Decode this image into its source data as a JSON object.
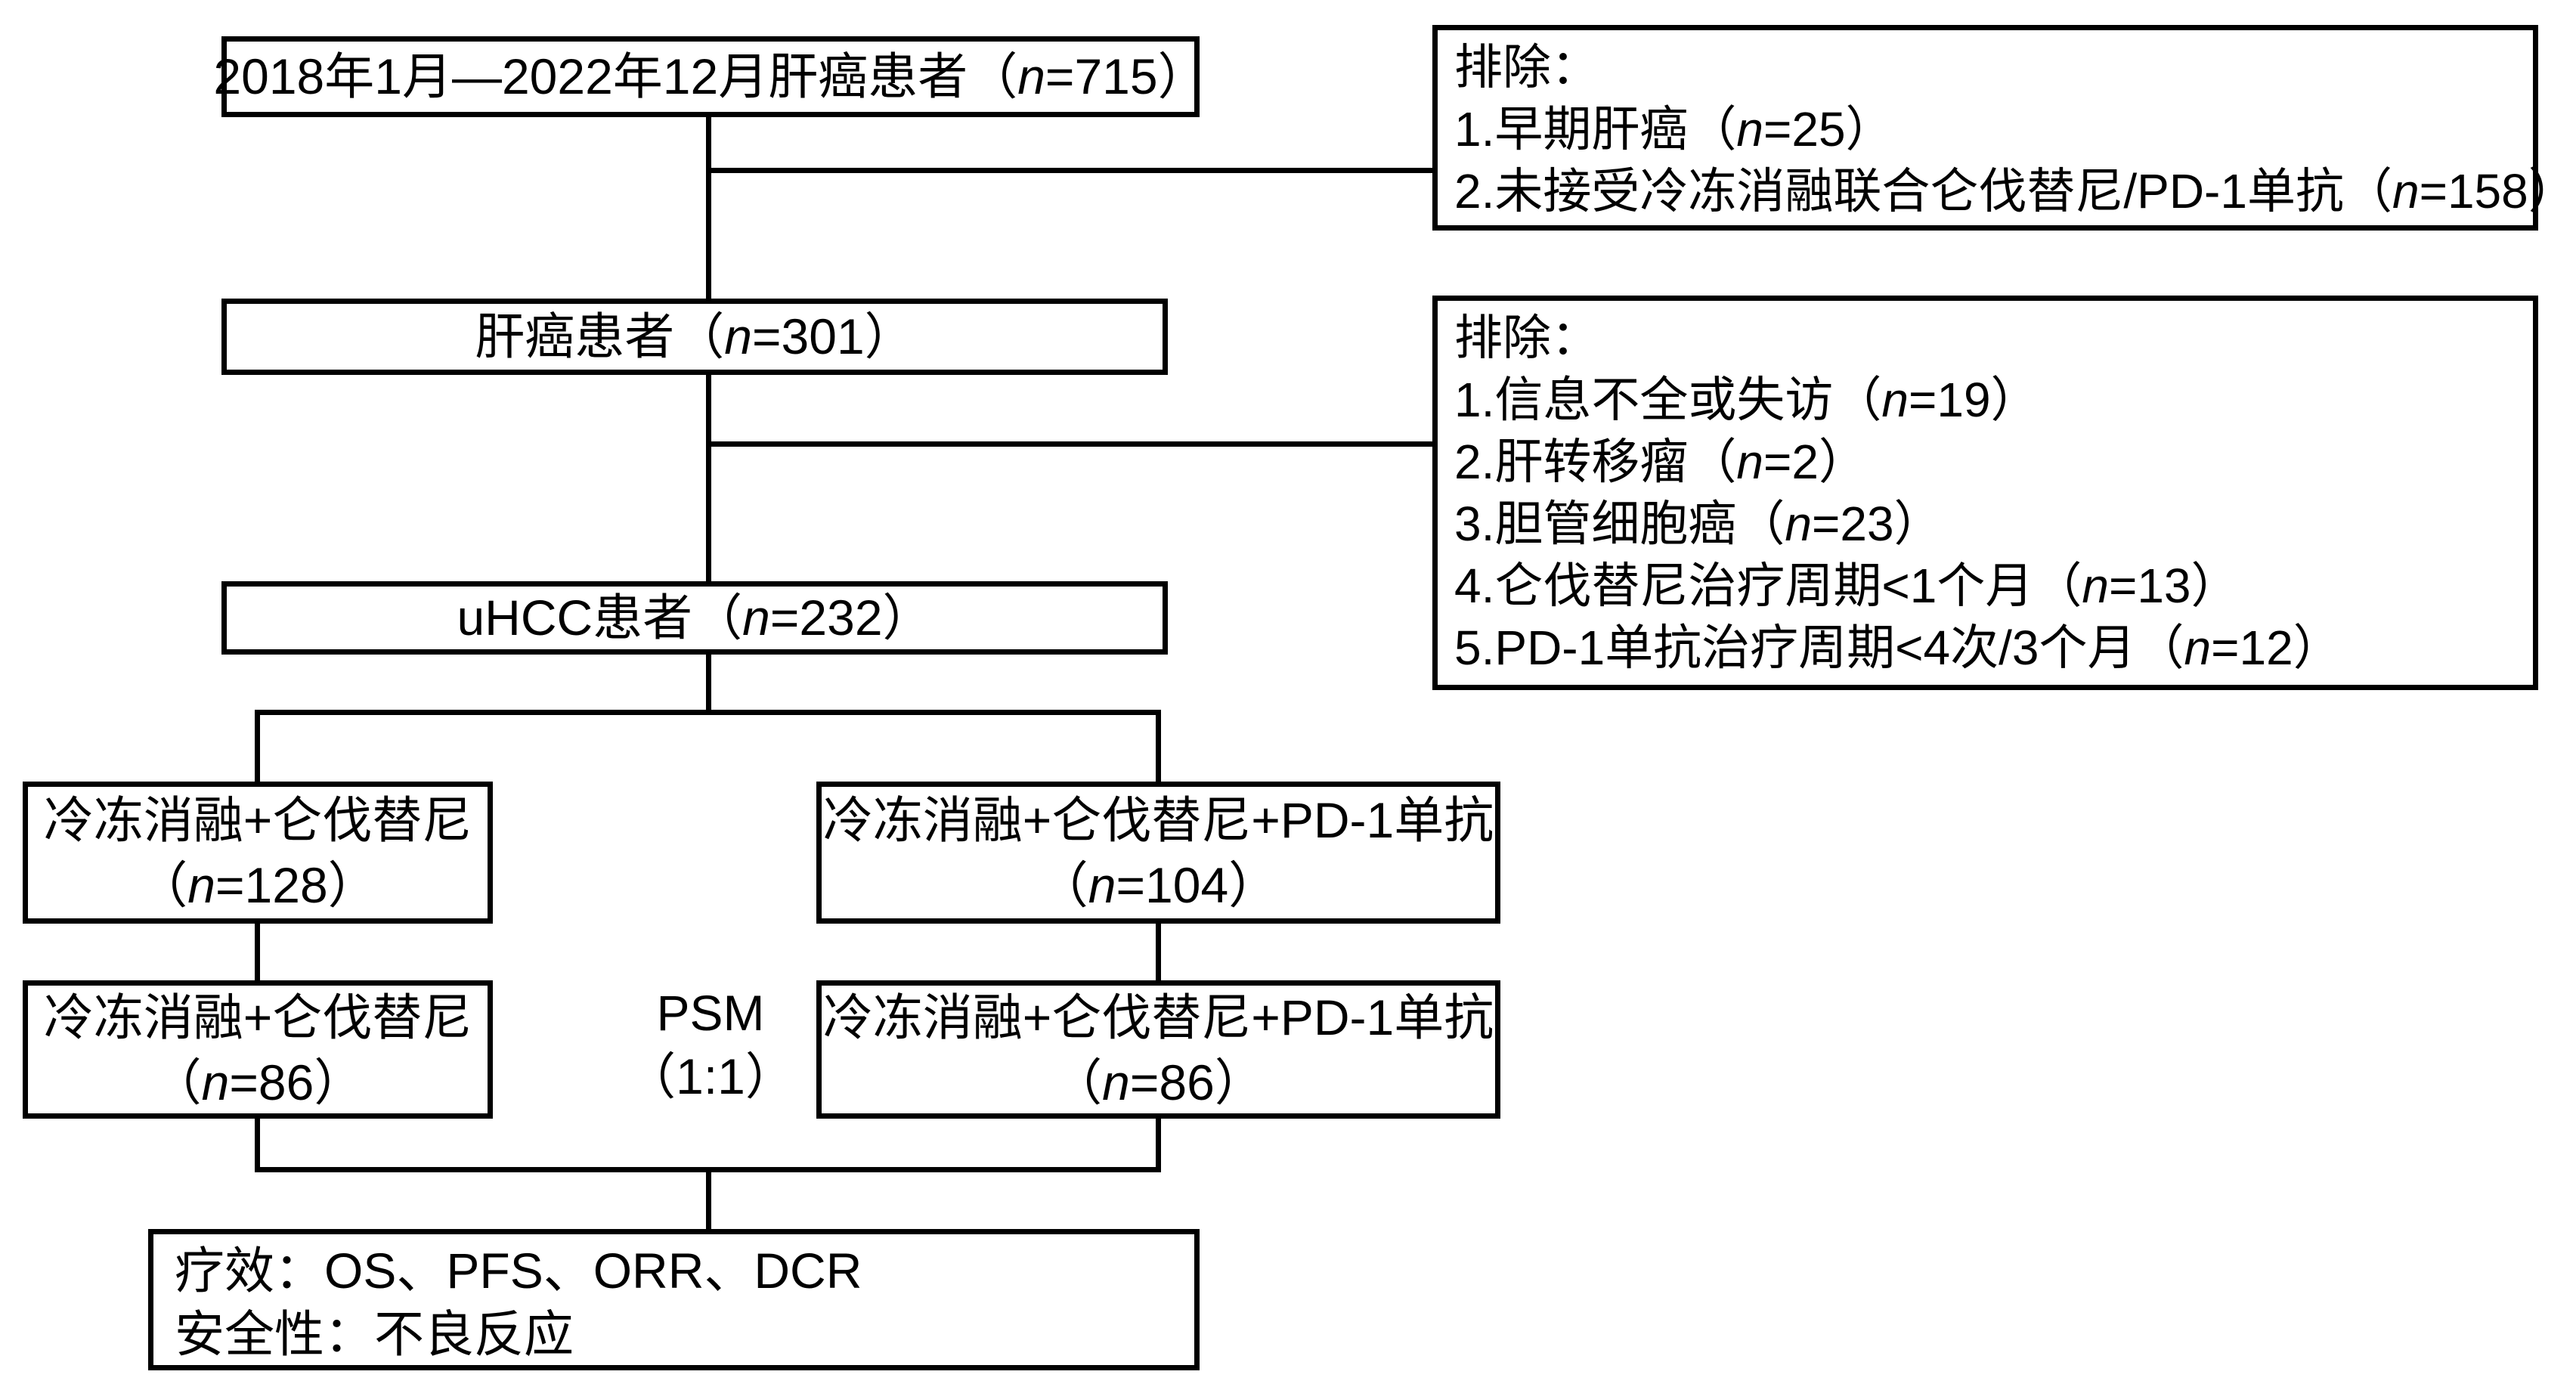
{
  "colors": {
    "background": "#ffffff",
    "box_border": "#000000",
    "connector": "#000000",
    "text": "#000000"
  },
  "flowchart": {
    "top_box": {
      "pre": "2018年1月—2022年12月肝癌患者（",
      "n": "n",
      "post": "=715）"
    },
    "exclude1": {
      "title": "排除：",
      "items": [
        {
          "pre": "1.早期肝癌（",
          "n": "n",
          "post": "=25）"
        },
        {
          "pre": "2.未接受冷冻消融联合仑伐替尼/PD-1单抗（",
          "n": "n",
          "post": "=158）"
        }
      ]
    },
    "patients_box": {
      "pre": "肝癌患者（",
      "n": "n",
      "post": "=301）"
    },
    "exclude2": {
      "title": "排除：",
      "items": [
        {
          "pre": "1.信息不全或失访（",
          "n": "n",
          "post": "=19）"
        },
        {
          "pre": "2.肝转移瘤（",
          "n": "n",
          "post": "=2）"
        },
        {
          "pre": "3.胆管细胞癌（",
          "n": "n",
          "post": "=23）"
        },
        {
          "pre": "4.仑伐替尼治疗周期<1个月（",
          "n": "n",
          "post": "=13）"
        },
        {
          "pre": "5.PD-1单抗治疗周期<4次/3个月（",
          "n": "n",
          "post": "=12）"
        }
      ]
    },
    "uhcc_box": {
      "pre": "uHCC患者（",
      "n": "n",
      "post": "=232）"
    },
    "left_arm_box": {
      "line1": "冷冻消融+仑伐替尼",
      "pre": "（",
      "n": "n",
      "post": "=128）"
    },
    "right_arm_box": {
      "line1": "冷冻消融+仑伐替尼+PD-1单抗",
      "pre": "（",
      "n": "n",
      "post": "=104）"
    },
    "psm_label": {
      "line1": "PSM",
      "line2": "（1:1）"
    },
    "left_matched_box": {
      "line1": "冷冻消融+仑伐替尼",
      "pre": "（",
      "n": "n",
      "post": "=86）"
    },
    "right_matched_box": {
      "line1": "冷冻消融+仑伐替尼+PD-1单抗",
      "pre": "（",
      "n": "n",
      "post": "=86）"
    },
    "outcome_box": {
      "line1": "疗效：OS、PFS、ORR、DCR",
      "line2": "安全性：不良反应"
    }
  }
}
